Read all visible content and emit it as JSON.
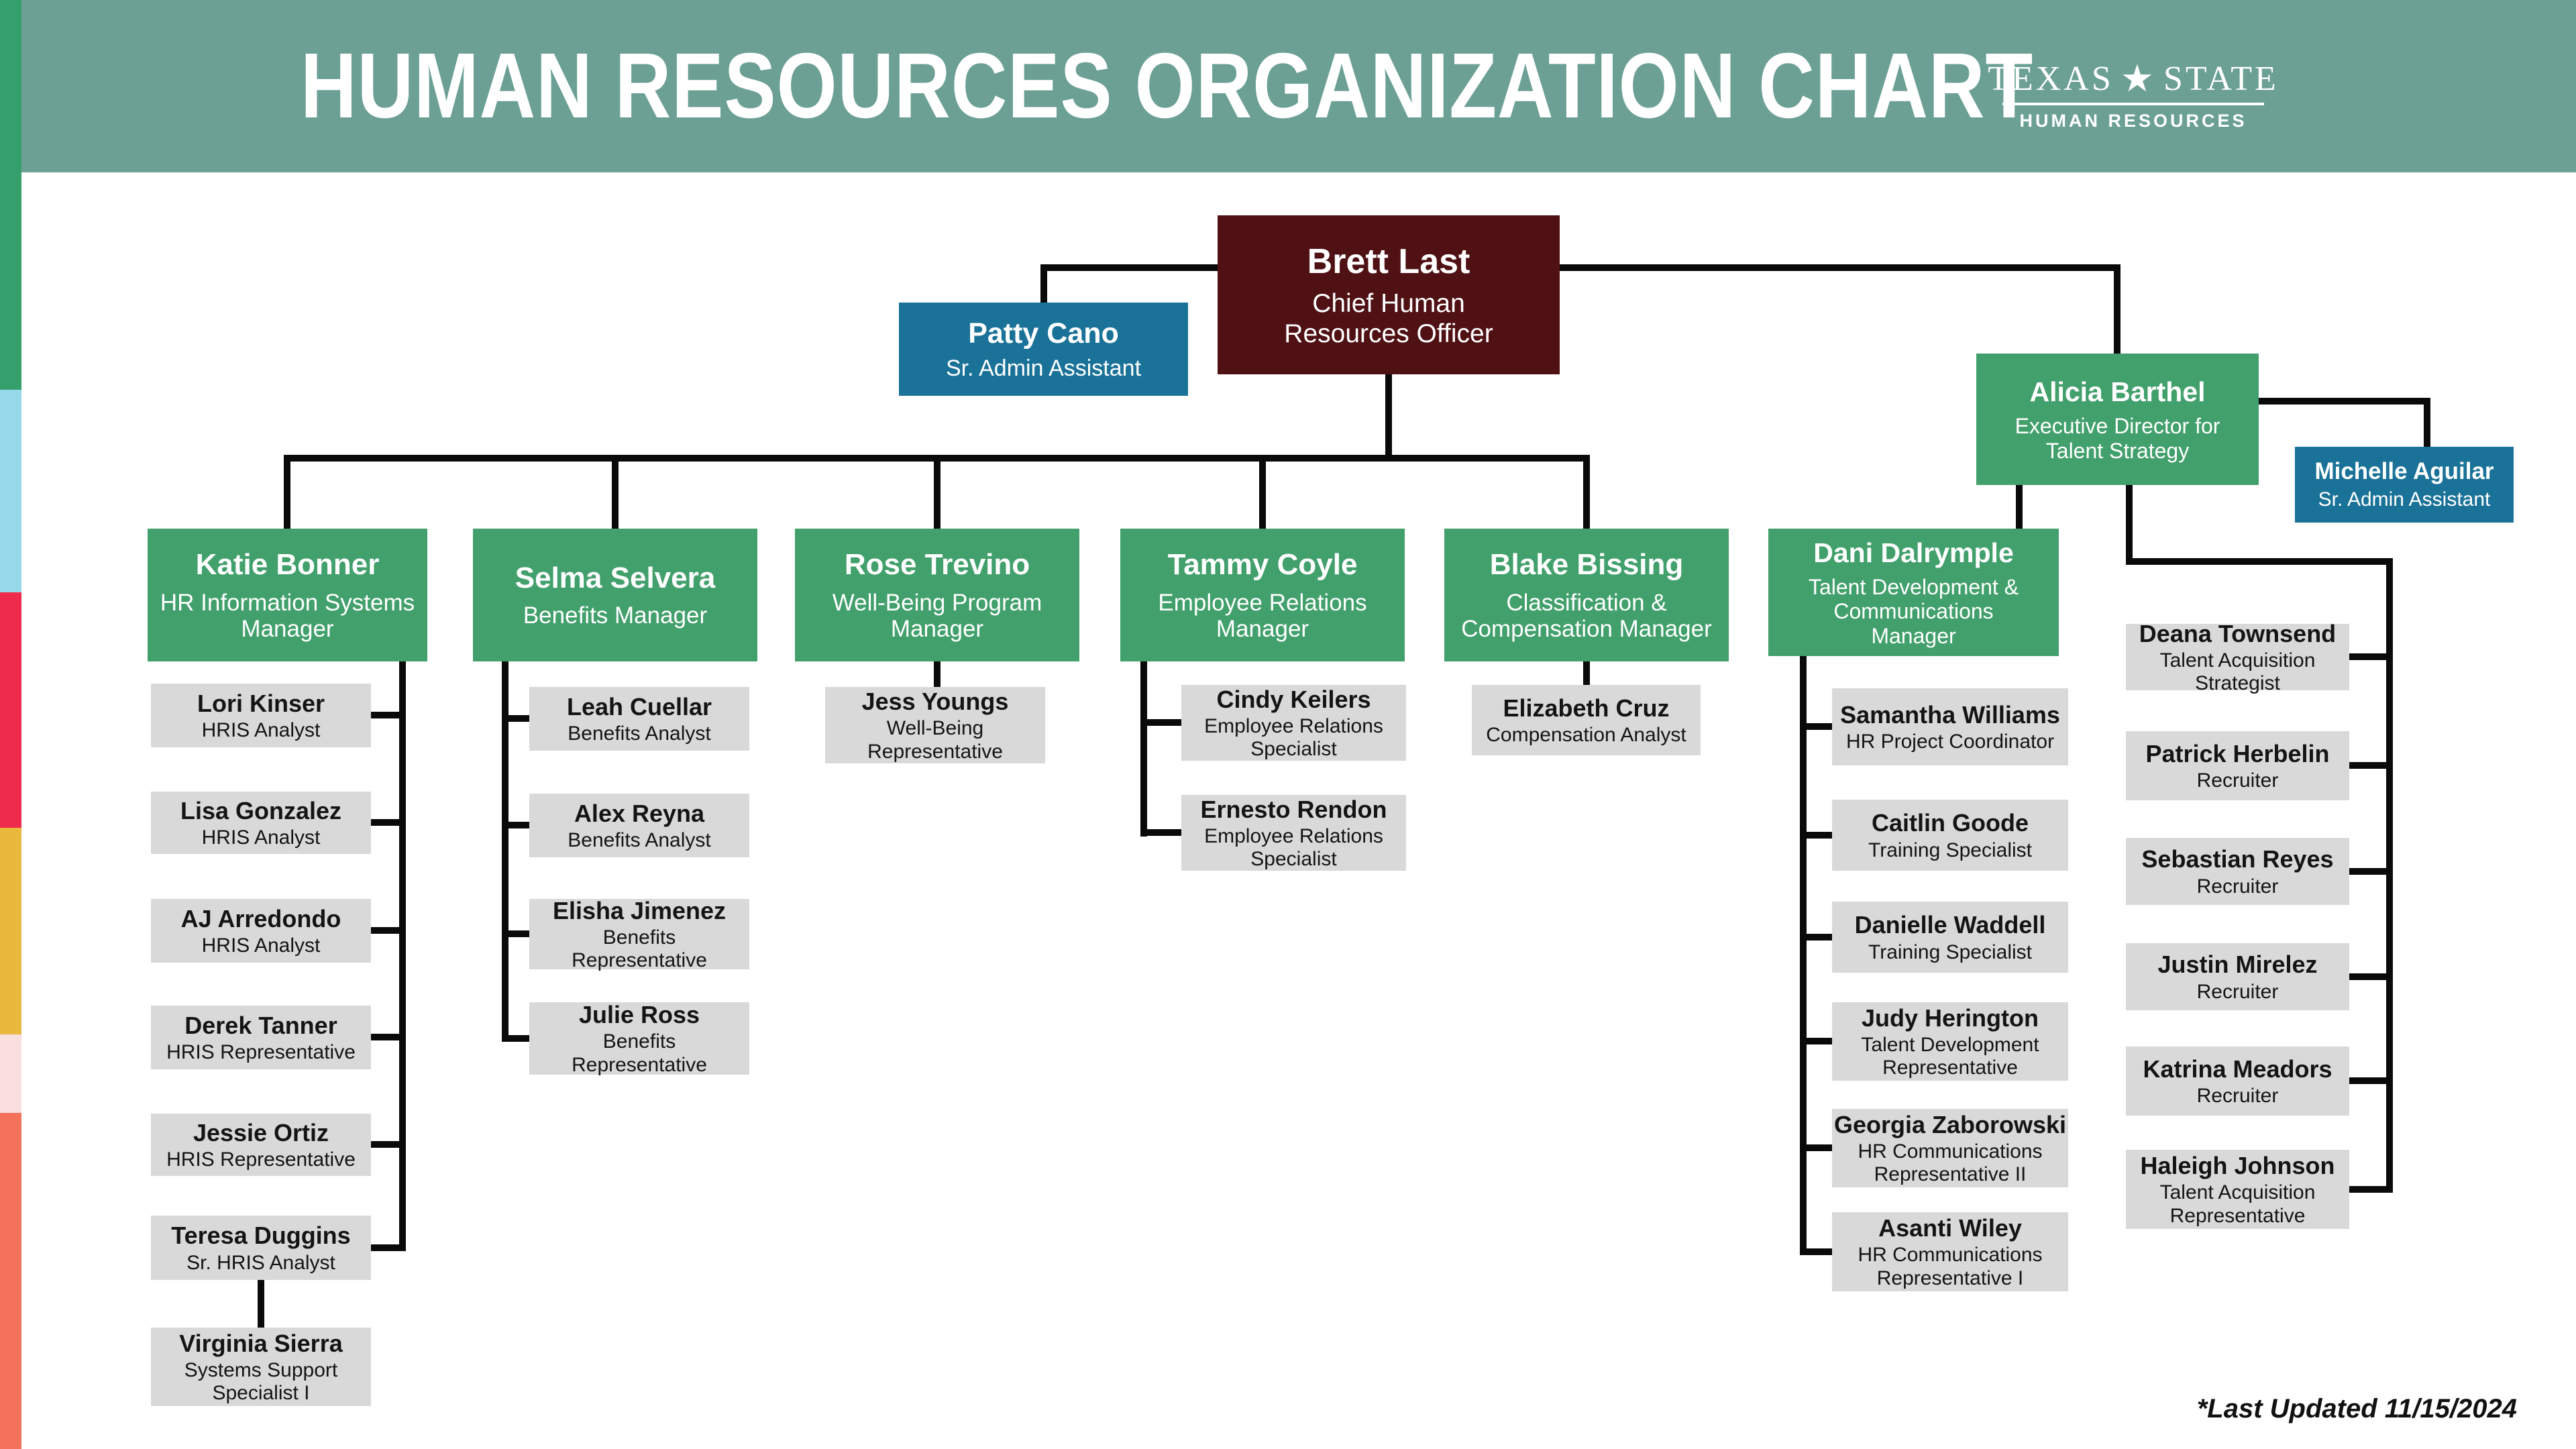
{
  "header": {
    "title": "HUMAN RESOURCES ORGANIZATION CHART",
    "logo": {
      "word_left": "TEXAS",
      "star": "★",
      "word_right": "STATE",
      "subtitle": "HUMAN RESOURCES"
    }
  },
  "footnote": "*Last Updated 11/15/2024",
  "colors": {
    "header_band": "#6ca095",
    "manager_green": "#42a06c",
    "chief_maroon": "#4f1114",
    "assistant_blue": "#1a7298",
    "staff_gray": "#d9d9d9",
    "connector_black": "#0a0a0a",
    "stripe": [
      "#35a06b",
      "#96d9e8",
      "#ee2a4d",
      "#e9b93d",
      "#f9dfdd",
      "#f4715c"
    ]
  },
  "nodes": {
    "brett": {
      "name": "Brett Last",
      "title": "Chief Human Resources Officer"
    },
    "patty": {
      "name": "Patty Cano",
      "title": "Sr. Admin Assistant"
    },
    "alicia": {
      "name": "Alicia Barthel",
      "title": "Executive Director for Talent Strategy"
    },
    "michelle": {
      "name": "Michelle Aguilar",
      "title": "Sr. Admin Assistant"
    },
    "katie": {
      "name": "Katie Bonner",
      "title": "HR Information Systems Manager"
    },
    "selma": {
      "name": "Selma Selvera",
      "title": "Benefits Manager"
    },
    "rose": {
      "name": "Rose Trevino",
      "title": "Well-Being Program Manager"
    },
    "tammy": {
      "name": "Tammy Coyle",
      "title": "Employee Relations Manager"
    },
    "blake": {
      "name": "Blake Bissing",
      "title": "Classification & Compensation Manager"
    },
    "dani": {
      "name": "Dani Dalrymple",
      "title": "Talent Development & Communications Manager"
    },
    "lori": {
      "name": "Lori Kinser",
      "title": "HRIS Analyst"
    },
    "lisa": {
      "name": "Lisa Gonzalez",
      "title": "HRIS Analyst"
    },
    "aj": {
      "name": "AJ Arredondo",
      "title": "HRIS Analyst"
    },
    "derek": {
      "name": "Derek Tanner",
      "title": "HRIS Representative"
    },
    "jessie": {
      "name": "Jessie Ortiz",
      "title": "HRIS Representative"
    },
    "teresa": {
      "name": "Teresa Duggins",
      "title": "Sr. HRIS Analyst"
    },
    "virginia": {
      "name": "Virginia Sierra",
      "title": "Systems Support Specialist I"
    },
    "leah": {
      "name": "Leah Cuellar",
      "title": "Benefits Analyst"
    },
    "alex": {
      "name": "Alex Reyna",
      "title": "Benefits Analyst"
    },
    "elisha": {
      "name": "Elisha Jimenez",
      "title": "Benefits Representative"
    },
    "julie": {
      "name": "Julie Ross",
      "title": "Benefits Representative"
    },
    "jess": {
      "name": "Jess Youngs",
      "title": "Well-Being Representative"
    },
    "cindy": {
      "name": "Cindy Keilers",
      "title": "Employee Relations Specialist"
    },
    "ernesto": {
      "name": "Ernesto Rendon",
      "title": "Employee Relations Specialist"
    },
    "elizabeth": {
      "name": "Elizabeth Cruz",
      "title": "Compensation Analyst"
    },
    "samantha": {
      "name": "Samantha Williams",
      "title": "HR Project Coordinator"
    },
    "caitlin": {
      "name": "Caitlin Goode",
      "title": "Training Specialist"
    },
    "danielle": {
      "name": "Danielle Waddell",
      "title": "Training Specialist"
    },
    "judy": {
      "name": "Judy Herington",
      "title": "Talent Development Representative"
    },
    "georgia": {
      "name": "Georgia Zaborowski",
      "title": "HR Communications Representative II"
    },
    "asanti": {
      "name": "Asanti Wiley",
      "title": "HR Communications Representative I"
    },
    "deana": {
      "name": "Deana Townsend",
      "title": "Talent Acquisition Strategist"
    },
    "patrick": {
      "name": "Patrick Herbelin",
      "title": "Recruiter"
    },
    "sebastian": {
      "name": "Sebastian Reyes",
      "title": "Recruiter"
    },
    "justin": {
      "name": "Justin Mirelez",
      "title": "Recruiter"
    },
    "katrina": {
      "name": "Katrina Meadors",
      "title": "Recruiter"
    },
    "haleigh": {
      "name": "Haleigh Johnson",
      "title": "Talent Acquisition Representative"
    }
  }
}
